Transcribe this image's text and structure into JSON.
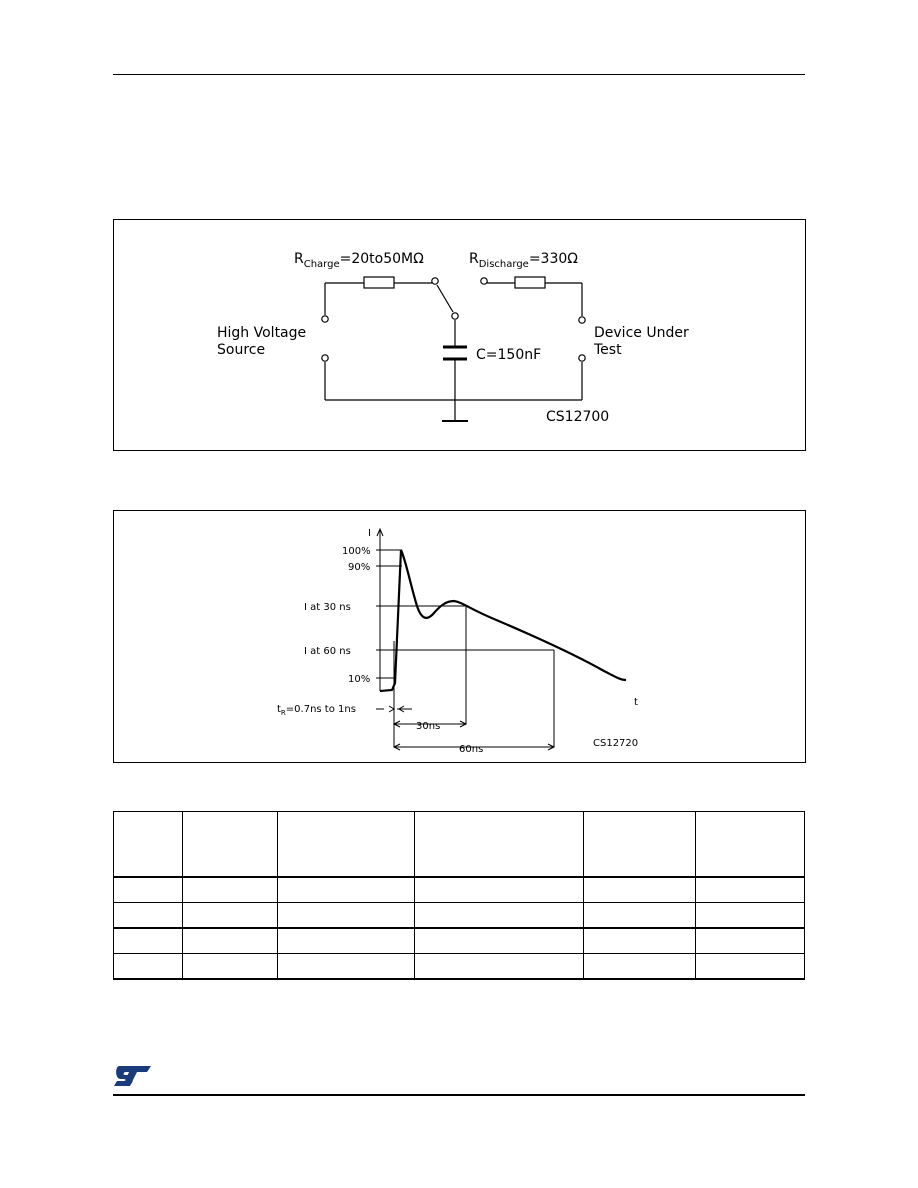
{
  "circuit": {
    "r_charge_label": "R",
    "r_charge_sub": "Charge",
    "r_charge_value": "=20to50MΩ",
    "r_discharge_label": "R",
    "r_discharge_sub": "Discharge",
    "r_discharge_value": "=330Ω",
    "source_line1": "High Voltage",
    "source_line2": "Source",
    "capacitor_label": "C=150nF",
    "dut_line1": "Device Under",
    "dut_line2": "Test",
    "code": "CS12700"
  },
  "waveform": {
    "axis_i": "I",
    "axis_t": "t",
    "level_100": "100%",
    "level_90": "90%",
    "level_i30": "I at 30 ns",
    "level_i60": "I at 60 ns",
    "level_10": "10%",
    "rise_prefix": "t",
    "rise_sub": "R",
    "rise_value": "=0.7ns to 1ns",
    "span_30": "30ns",
    "span_60": "60ns",
    "code": "CS12720"
  },
  "logo_text": "ST"
}
